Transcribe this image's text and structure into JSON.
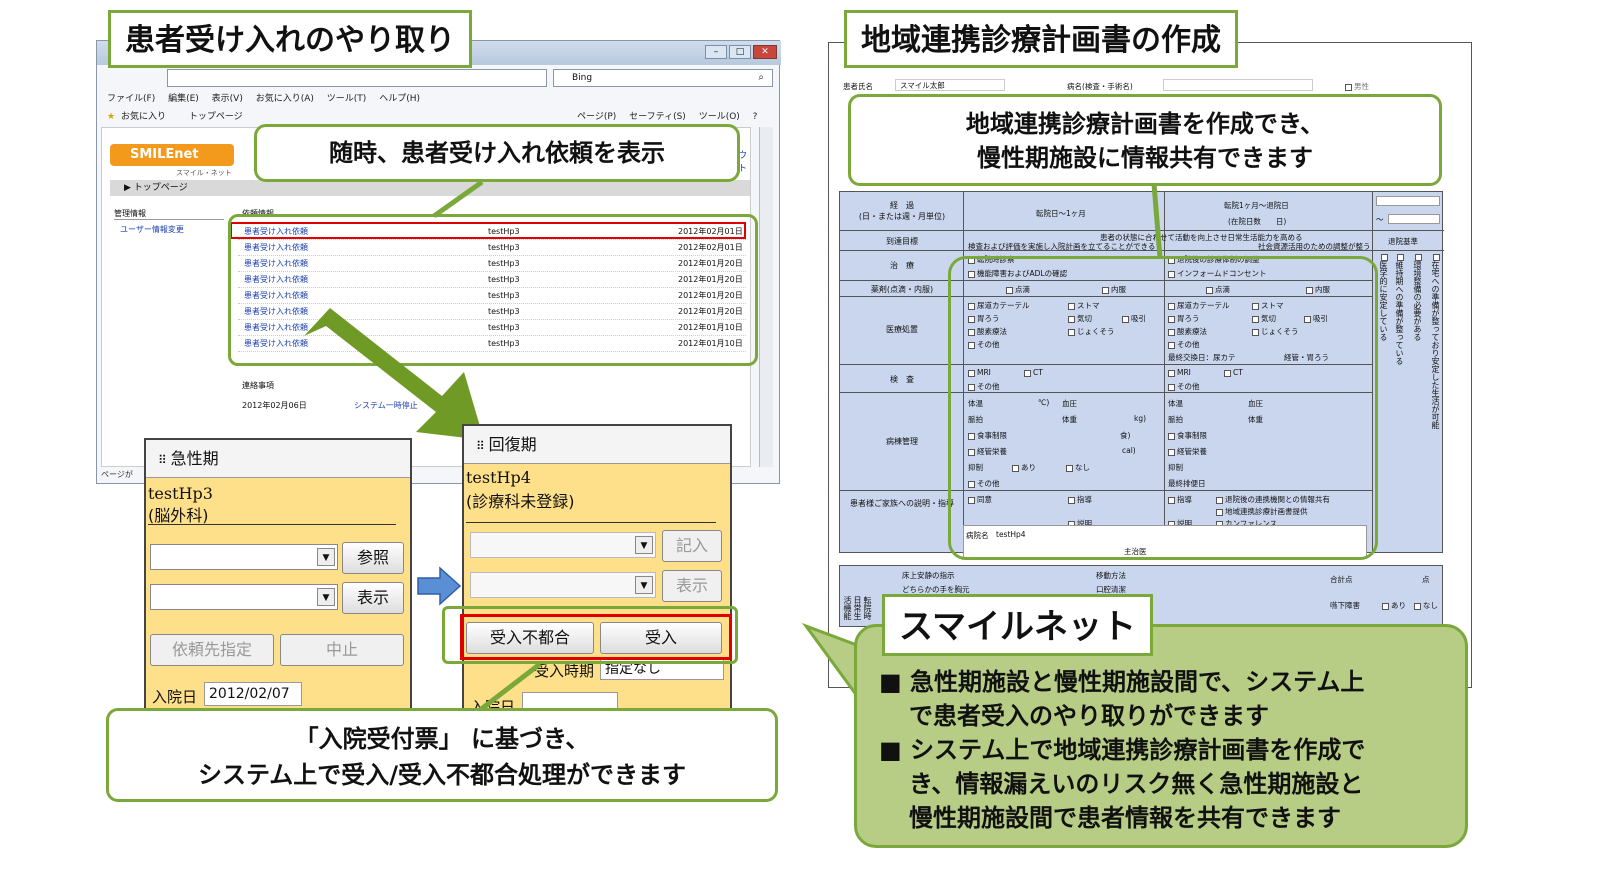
{
  "left": {
    "title": "患者受け入れのやり取り",
    "browser": {
      "search_engine": "Bing",
      "menu": [
        "ファイル(F)",
        "編集(E)",
        "表示(V)",
        "お気に入り(A)",
        "ツール(T)",
        "ヘルプ(H)"
      ],
      "favorites": "お気に入り",
      "tab": "トップページ",
      "toolbar_items": [
        "ページ(P)",
        "セーフティ(S)",
        "ツール(O)"
      ],
      "logo": "SMILEnet",
      "logo_sub": "スマイル・ネット",
      "breadcrumb": "トップページ",
      "logout": "ウト",
      "side_heading": "管理情報",
      "side_link": "ユーザー情報変更",
      "section_title": "依頼情報",
      "requests": [
        {
          "label": "患者受け入れ依頼",
          "hospital": "testHp3",
          "date": "2012年02月01日"
        },
        {
          "label": "患者受け入れ依頼",
          "hospital": "testHp3",
          "date": "2012年02月01日"
        },
        {
          "label": "患者受け入れ依頼",
          "hospital": "testHp3",
          "date": "2012年01月20日"
        },
        {
          "label": "患者受け入れ依頼",
          "hospital": "testHp3",
          "date": "2012年01月20日"
        },
        {
          "label": "患者受け入れ依頼",
          "hospital": "testHp3",
          "date": "2012年01月20日"
        },
        {
          "label": "患者受け入れ依頼",
          "hospital": "testHp3",
          "date": "2012年01月20日"
        },
        {
          "label": "患者受け入れ依頼",
          "hospital": "testHp3",
          "date": "2012年01月10日"
        },
        {
          "label": "患者受け入れ依頼",
          "hospital": "testHp3",
          "date": "2012年01月10日"
        }
      ],
      "notice_title": "連絡事項",
      "notice_date": "2012年02月06日",
      "notice_text": "システム一時停止",
      "status_bar": "ページが"
    },
    "callout_request": "随時、患者受け入れ依頼を表示",
    "acute": {
      "header": "急性期",
      "hospital": "testHp3",
      "dept": "(脳外科)",
      "btn_ref": "参照",
      "btn_show": "表示",
      "btn_unassigned": "依頼先指定",
      "btn_stop": "中止",
      "admit_label": "入院日",
      "admit_value": "2012/02/07"
    },
    "recovery": {
      "header": "回復期",
      "hospital": "testHp4",
      "dept": "(診療科未登録)",
      "btn_record": "記入",
      "btn_show": "表示",
      "btn_reject": "受入不都合",
      "btn_accept": "受入",
      "timing_label": "受入時期",
      "timing_value": "指定なし",
      "admit_label": "入院日"
    },
    "callout_bottom_line1": "「入院受付票」 に基づき、",
    "callout_bottom_line2": "システム上で受入/受入不都合処理ができます"
  },
  "right": {
    "title": "地域連携診療計画書の作成",
    "callout_line1": "地域連携診療計画書を作成でき、",
    "callout_line2": "慢性期施設に情報共有できます",
    "form": {
      "patient_label": "患者氏名",
      "patient_name": "スマイル太郎",
      "disease_label": "病名(検査・手術名)",
      "gender": "男性",
      "rows": {
        "course": "経　過",
        "course_sub": "(日・または週・月単位)",
        "goal": "到達目標",
        "treatment": "治　療",
        "meds": "薬剤(点滴・内服)",
        "procedures": "医療処置",
        "exam": "検　査",
        "ward": "病棟管理",
        "explain": "患者様ご家族への説明・指導"
      },
      "col1_head": "転院日～1ヶ月",
      "col2_head": "転院1ヶ月～退院日",
      "col2_sub": "(在院日数　　日)",
      "discharge_criteria": "退院基準",
      "goal_text1": "患者の状態に合わせて活動を向上させ日常生活能力を高める",
      "goal_text2": "検査および評価を実施し入院計画を立てることができる",
      "goal_text3": "社会資源活用のための調整が整う",
      "treat_items": [
        "転院時診察",
        "機能障害およびADLの確認",
        "退院後の診療体制の調整",
        "インフォームドコンセント"
      ],
      "med_items": [
        "点滴",
        "内服"
      ],
      "proc_items": [
        "尿道カテーテル",
        "ストマ",
        "胃ろう",
        "気切",
        "吸引",
        "酸素療法",
        "じょくそう",
        "その他"
      ],
      "proc_last": "最終交換日：尿カテ",
      "proc_last2": "経管・胃ろう",
      "exam_items": [
        "MRI",
        "CT",
        "その他"
      ],
      "ward_items": [
        "体温",
        "血圧",
        "脈拍",
        "体重",
        "食事制限",
        "経管栄養",
        "抑制",
        "あり",
        "なし",
        "その他"
      ],
      "ward_units": [
        "℃)",
        "kg)",
        "食)",
        "cal)"
      ],
      "ward_last": "最終排便日",
      "explain_items": [
        "同意",
        "指導",
        "説明",
        "退院後の連携機関との情報共有",
        "地域連携診療計画書提供",
        "カンファレンス"
      ],
      "hospital_label": "病院名",
      "hospital_value": "testHp4",
      "doctor_label": "主治医",
      "vert_1": "医学的に安定している",
      "vert_2": "維持期への準備が整っている",
      "vert_3": "環境整備の必要がある",
      "vert_4": "在宅への準備が整っており安定した生活が可能",
      "bottom_items": [
        "床上安静の指示",
        "どちらかの手を胸元",
        "移動方法",
        "口腔清潔",
        "合計点",
        "点",
        "嚥下障害",
        "あり",
        "なし"
      ],
      "bottom_side": "転院時日常生活機能"
    },
    "smile_title": "スマイルネット",
    "bullets": [
      "急性期施設と慢性期施設間で、システム上",
      "で患者受入のやり取りができます",
      "システム上で地域連携診療計画書を作成で",
      "き、情報漏えいのリスク無く急性期施設と",
      "慢性期施設間で患者情報を共有できます"
    ],
    "bullet_mark": "■"
  },
  "colors": {
    "green_border": "#7aa83a",
    "callout_green": "#b7cc85",
    "arrow_green": "#6f9a25",
    "highlight_red": "#e00000",
    "mobile_yellow": "#ffe08a",
    "form_blue": "#c9d6ee",
    "link_blue": "#1a3fb0"
  }
}
